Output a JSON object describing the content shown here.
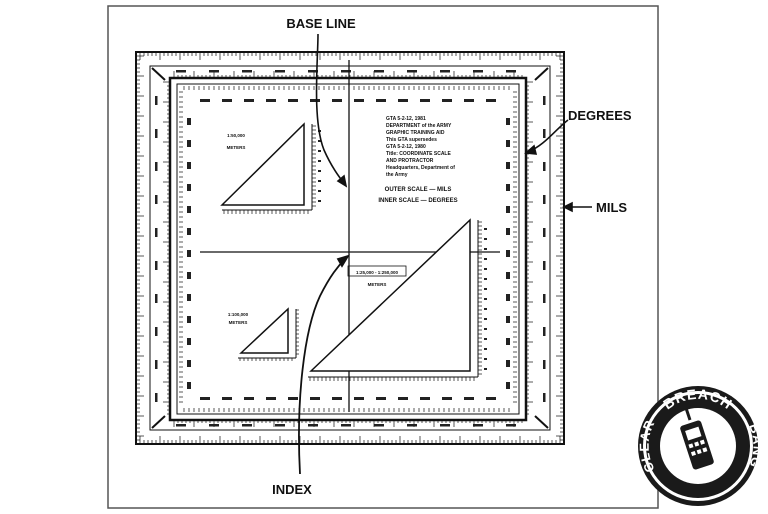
{
  "callouts": {
    "base_line": "BASE LINE",
    "degrees": "DEGREES",
    "mils": "MILS",
    "index": "INDEX"
  },
  "protractor": {
    "title_lines": [
      "GTA 5-2-12, 1981",
      "DEPARTMENT of the ARMY",
      "GRAPHIC TRAINING AID",
      "This GTA supersedes",
      "GTA 5-2-12, 1980",
      "Title: COORDINATE SCALE",
      "AND PROTRACTOR",
      "Headquarters, Department of",
      "the Army"
    ],
    "outer_scale_note": "OUTER SCALE — MILS",
    "inner_scale_note": "INNER SCALE — DEGREES",
    "scales": {
      "top_left": {
        "ratio": "1:50,000",
        "unit": "METERS"
      },
      "bottom_left": {
        "ratio": "1:100,000",
        "unit": "METERS"
      },
      "right": {
        "ratio": "1:25,000 - 1:250,000",
        "unit": "METERS"
      }
    }
  },
  "logo": {
    "top_text": "BREACH",
    "right_text": "BANG",
    "left_text": "CLEAR"
  },
  "colors": {
    "ink": "#111111",
    "paper": "#ffffff",
    "frame": "#555555"
  }
}
